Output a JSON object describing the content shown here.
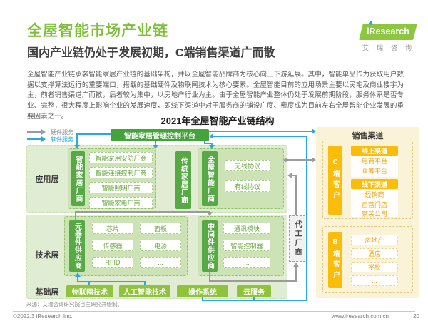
{
  "header": {
    "title": "全屋智能市场产业链",
    "subtitle": "国内产业链仍处于发展初期，C端销售渠道广而散",
    "logo_brand": "iResearch",
    "logo_cn": "艾瑞咨询"
  },
  "intro": "全屋智能产业链承袭智能家居产业链的基础架构，并以全屋智能品牌商为核心向上下游延展。其中，智能单品作为获取用户数据以支撑算法运行的重要端口，搭载的基础硬件及物联网技术为核心要素。全屋智能目前的应用场景主要以民宅及商业楼宇为主，前者销售渠道广而散，后者较为集中，以房地产行业为主。由于全屋智能产业整体仍处于发展前期阶段，服务体系是否专业、完整，很大程度上影响企业的发展速度，即线下渠道中对于服务商的铺设广度、密度成为目前左右全屋智能企业发展的重要因素之一。",
  "diagram": {
    "title": "2021年全屋智能产业链结构",
    "legend": {
      "hardware": "硬件服务",
      "software": "软件服务"
    },
    "platform": "智能家居管理控制平台",
    "app": {
      "label": "应用层",
      "group1": {
        "vertical": "智能家居厂商",
        "items": [
          "智能家用安防厂商",
          "智能连接控制厂商",
          "智能照明厂商",
          "智能家电厂商"
        ]
      },
      "group2": {
        "vertical": "传统家居厂商"
      },
      "group3": {
        "vertical": "全屋智能厂商",
        "items": [
          "无线协议",
          "有线协议"
        ]
      }
    },
    "tech": {
      "label": "技术层",
      "group1": {
        "vertical": "元器件供应商",
        "items": [
          "芯片",
          "面板",
          "传感器",
          "电源",
          "RFID",
          "..."
        ]
      },
      "group2": {
        "vertical": "中间件供应商",
        "items": [
          "通讯模块",
          "智能控制器",
          "..."
        ]
      }
    },
    "base": {
      "label": "基础层",
      "items": [
        "物联网技术",
        "人工智能技术",
        "操作系统",
        "云服务"
      ]
    },
    "oem": "代工厂商",
    "sales": {
      "title": "销售渠道",
      "c": {
        "vertical": "C端客户",
        "online_header": "线上渠道",
        "online_items": [
          "电商平台",
          "众筹平台"
        ],
        "offline_header": "线下渠道",
        "offline_items": [
          "经销商",
          "自营门店",
          "家装公司"
        ]
      },
      "b": {
        "vertical": "B端客户",
        "items": [
          "房地产",
          "酒店",
          "学校",
          "..."
        ]
      }
    },
    "source": "来源：艾瑞咨询研究院自主研究并绘制。"
  },
  "footer": {
    "copyright": "©2022.3 iResearch Inc.",
    "website": "www.iresearch.com.cn",
    "page": "20"
  },
  "colors": {
    "brand_green": "#8DC63F",
    "title_green": "#7FBF3C",
    "platform_green": "#44A33C",
    "box_green": "#56A945",
    "base_green": "#8FC33C",
    "band_green": "#E0EDD2",
    "panel_green": "#CDE2B5",
    "software_blue": "#2AA9E0",
    "hardware_gray": "#9B9B9B",
    "sales_yellow": "#FBBD09",
    "sales_bg": "#FBF3D8",
    "sales_text": "#F2A60A"
  }
}
